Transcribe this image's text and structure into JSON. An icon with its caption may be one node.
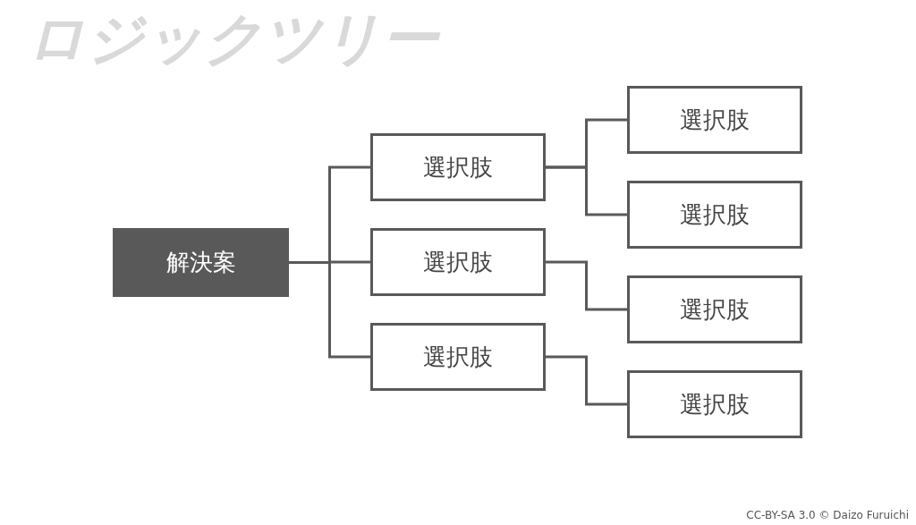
{
  "diagram": {
    "title": "ロジックツリー",
    "nodes": [
      {
        "text": [
          "解決案"
        ]
      },
      {
        "text": [
          "選択肢"
        ]
      },
      {
        "text": [
          "選択肢"
        ]
      },
      {
        "text": [
          "選択肢"
        ]
      },
      {
        "text": [
          "選択肢"
        ]
      },
      {
        "text": [
          "選択肢"
        ]
      },
      {
        "text": [
          "選択肢"
        ]
      },
      {
        "text": [
          "選択肢"
        ]
      }
    ],
    "edges": [
      {
        "from": 0,
        "to": 1,
        "arrow": "none"
      },
      {
        "from": 0,
        "to": 2,
        "arrow": "none"
      },
      {
        "from": 0,
        "to": 3,
        "arrow": "none"
      },
      {
        "from": 1,
        "to": 4,
        "arrow": "none"
      },
      {
        "from": 1,
        "to": 5,
        "arrow": "none"
      },
      {
        "from": 2,
        "to": 6,
        "arrow": "none"
      },
      {
        "from": 3,
        "to": 7,
        "arrow": "none"
      }
    ],
    "labels": [
      "CC-BY-SA 3.0 © Daizo Furuichi"
    ]
  }
}
